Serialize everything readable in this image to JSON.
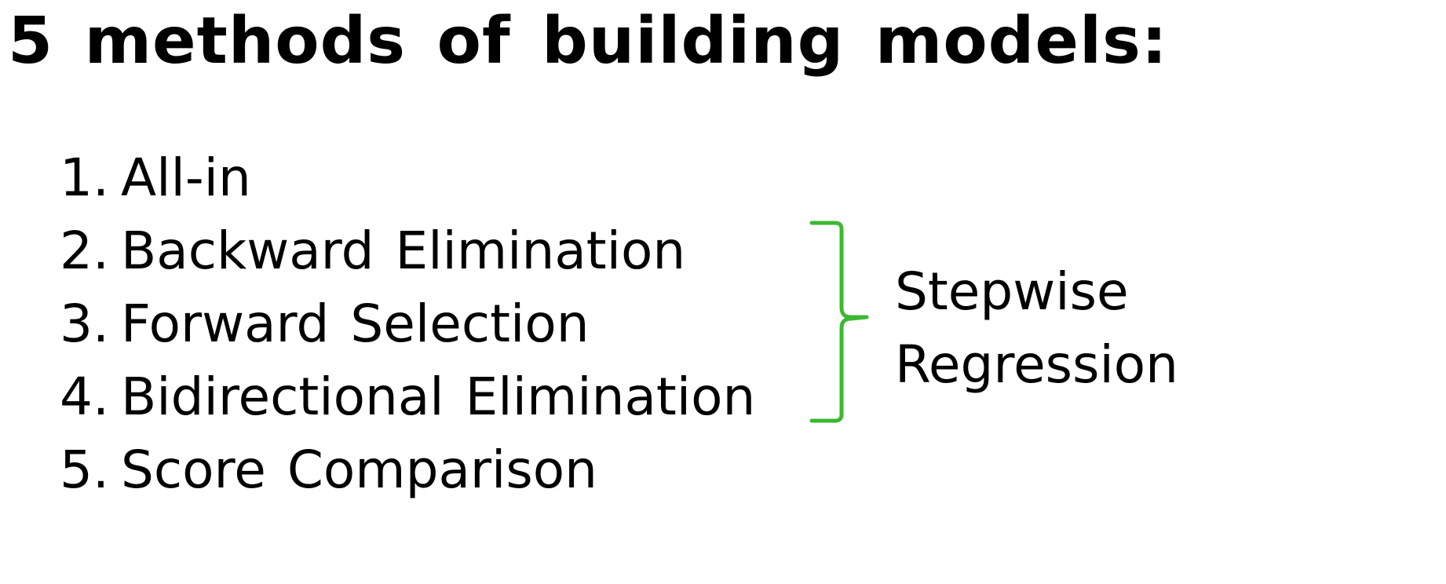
{
  "title": "5 methods of building models:",
  "methods": [
    {
      "number": "1.",
      "label": "All-in"
    },
    {
      "number": "2.",
      "label": "Backward Elimination"
    },
    {
      "number": "3.",
      "label": "Forward Selection"
    },
    {
      "number": "4.",
      "label": "Bidirectional Elimination"
    },
    {
      "number": "5.",
      "label": "Score Comparison"
    }
  ],
  "group": {
    "label_line1": "Stepwise",
    "label_line2": "Regression",
    "brace_color": "#3cb832",
    "brace_icon": "right-curly-brace-icon"
  }
}
